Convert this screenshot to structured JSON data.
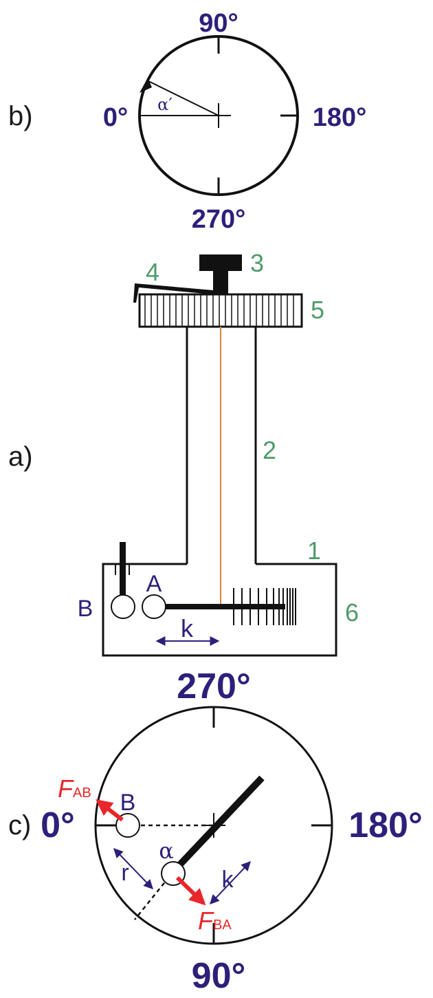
{
  "diagram_b": {
    "panel_label": "b)",
    "deg_top": "90°",
    "deg_left": "0°",
    "deg_right": "180°",
    "deg_bottom": "270°",
    "angle_label": "α′"
  },
  "diagram_a": {
    "panel_label": "a)",
    "part_1": "1",
    "part_2": "2",
    "part_3": "3",
    "part_4": "4",
    "part_5": "5",
    "part_6": "6",
    "ball_a": "A",
    "ball_b": "B",
    "distance_label": "k"
  },
  "diagram_c": {
    "panel_label": "c)",
    "deg_top": "270°",
    "deg_left": "0°",
    "deg_right": "180°",
    "deg_bottom": "90°",
    "ball_b": "B",
    "angle_label": "α",
    "force_ab": "F",
    "force_ab_sub": "AB",
    "force_ba": "F",
    "force_ba_sub": "BA",
    "distance_r": "r",
    "distance_k": "k"
  },
  "colors": {
    "label_blue": "#2e1f7a",
    "part_green": "#4e9a6a",
    "force_red": "#e8262b",
    "fiber_orange": "#d9823a"
  }
}
